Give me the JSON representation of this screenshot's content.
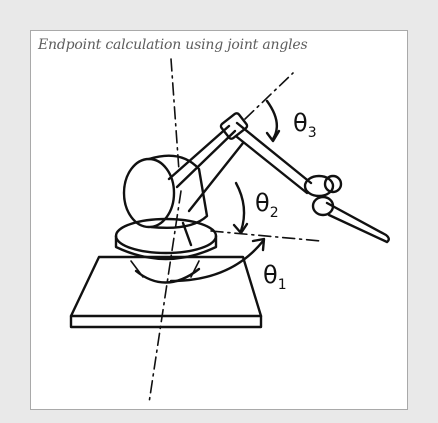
{
  "caption": "Endpoint calculation using joint angles",
  "angles": [
    {
      "symbol": "θ",
      "subscript": "1"
    },
    {
      "symbol": "θ",
      "subscript": "2"
    },
    {
      "symbol": "θ",
      "subscript": "3"
    }
  ]
}
